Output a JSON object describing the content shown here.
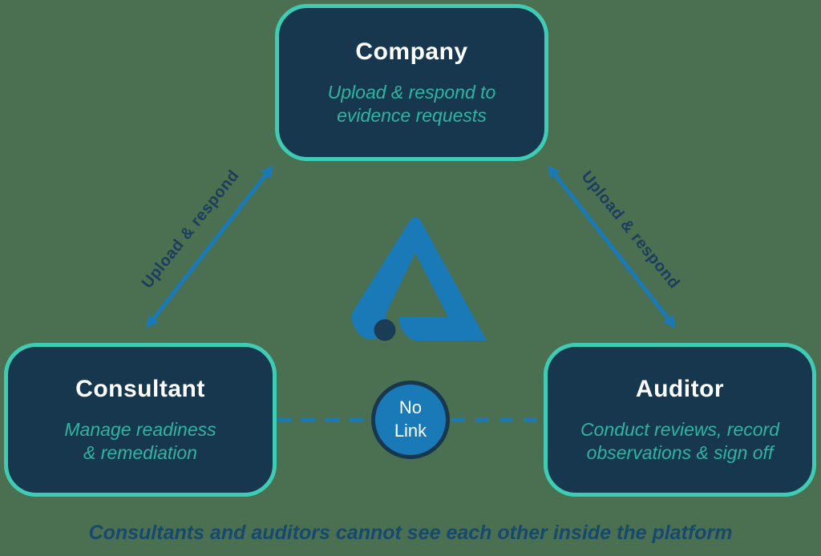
{
  "canvas": {
    "background": "#4a7051"
  },
  "palette": {
    "node_fill": "#17374e",
    "node_border": "#3ecdb4",
    "teal_text": "#2cb5a0",
    "arrow_blue": "#1a7ab8",
    "edge_label_navy": "#1d3c5e",
    "caption_navy": "#17496f",
    "title_white": "#ffffff"
  },
  "nodes": {
    "company": {
      "title": "Company",
      "subtitle": "Upload & respond to\nevidence requests"
    },
    "consultant": {
      "title": "Consultant",
      "subtitle": "Manage readiness\n& remediation"
    },
    "auditor": {
      "title": "Auditor",
      "subtitle": "Conduct reviews, record\nobservations & sign off"
    }
  },
  "edges": {
    "company_consultant": {
      "label": "Upload & respond",
      "style": "solid-double-arrow"
    },
    "company_auditor": {
      "label": "Upload & respond",
      "style": "solid-double-arrow"
    },
    "consultant_auditor": {
      "badge": "No\nLink",
      "style": "dashed"
    }
  },
  "logo": {
    "name": "stylized-letter-a-brand-logo"
  },
  "caption": {
    "prefix": "Consultants and auditors ",
    "emphasis": "cannot see each other",
    "suffix": " inside the platform"
  }
}
